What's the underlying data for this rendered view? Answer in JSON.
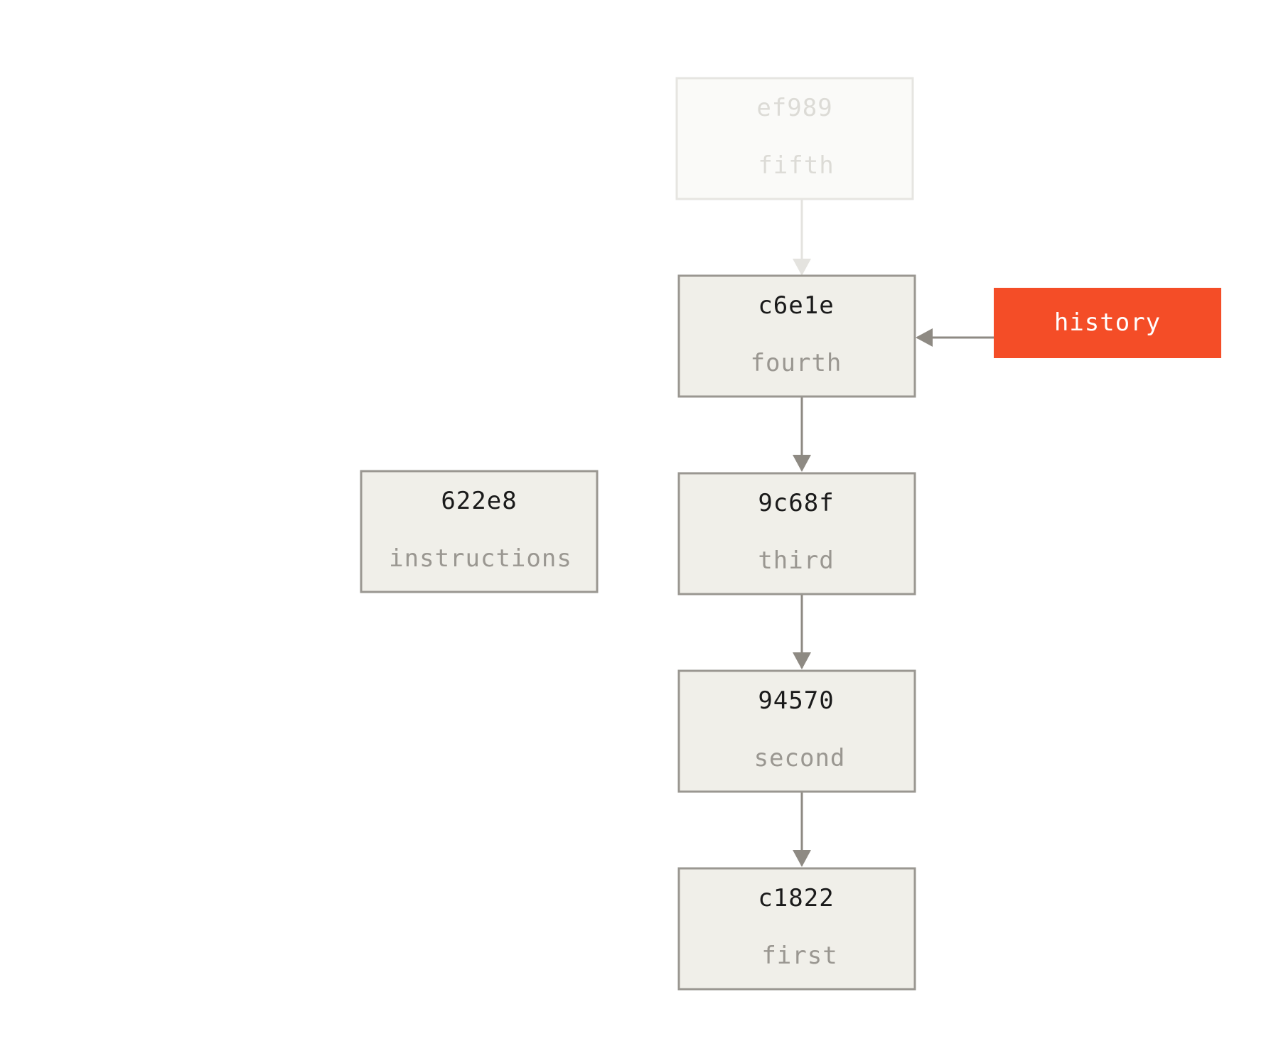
{
  "commits": {
    "ef989": {
      "hash": "ef989",
      "message": "fifth",
      "faded": true
    },
    "c6e1e": {
      "hash": "c6e1e",
      "message": "fourth",
      "faded": false
    },
    "9c68f": {
      "hash": "9c68f",
      "message": "third",
      "faded": false
    },
    "94570": {
      "hash": "94570",
      "message": "second",
      "faded": false
    },
    "c1822": {
      "hash": "c1822",
      "message": "first",
      "faded": false
    },
    "622e8": {
      "hash": "622e8",
      "message": "instructions",
      "faded": false
    }
  },
  "edges": [
    {
      "from": "ef989",
      "to": "c6e1e",
      "faded": true
    },
    {
      "from": "c6e1e",
      "to": "9c68f",
      "faded": false
    },
    {
      "from": "9c68f",
      "to": "94570",
      "faded": false
    },
    {
      "from": "94570",
      "to": "c1822",
      "faded": false
    }
  ],
  "refs": {
    "history": {
      "label": "history",
      "points_to": "c6e1e"
    }
  },
  "colors": {
    "commit_fill": "#f0efe9",
    "commit_stroke": "#9a9791",
    "hash_text": "#1a1a1a",
    "message_text": "#9a9791",
    "faded_fill": "#fafaf8",
    "faded_stroke": "#e6e5e1",
    "faded_text": "#dcdbd6",
    "arrow": "#8e8a83",
    "faded_arrow": "#e4e3df",
    "ref_fill": "#f44d27",
    "ref_text": "#ffffff"
  }
}
